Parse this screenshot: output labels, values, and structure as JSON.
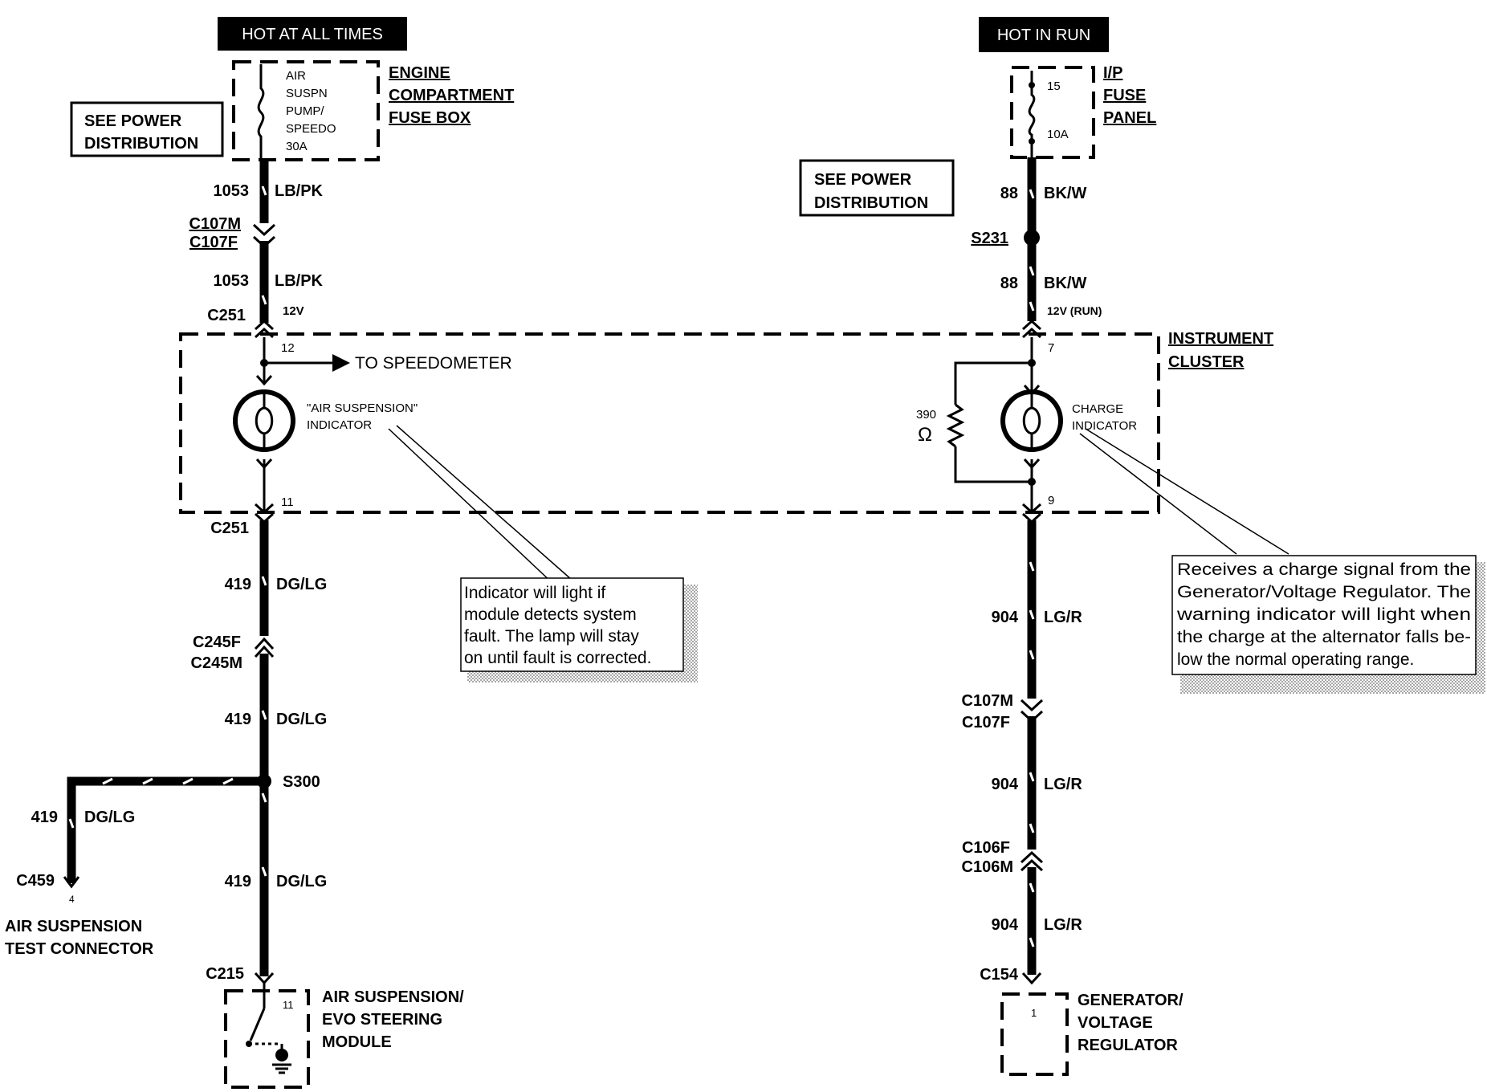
{
  "colors": {
    "ink": "#000000",
    "paper": "#ffffff"
  },
  "left": {
    "power_label": "HOT AT ALL TIMES",
    "fuse_lines": [
      "AIR",
      "SUSPN",
      "PUMP/",
      "SPEEDO",
      "30A"
    ],
    "fuse_box_lines": [
      "ENGINE",
      "COMPARTMENT",
      "FUSE BOX"
    ],
    "see_power_lines": [
      "SEE POWER",
      "DISTRIBUTION"
    ],
    "wire_upper_1": {
      "num": "1053",
      "color": "LB/PK"
    },
    "conn_a_top": "C107M",
    "conn_a_bottom": "C107F",
    "wire_upper_2": {
      "num": "1053",
      "color": "LB/PK"
    },
    "cluster_conn_top": "C251",
    "voltage": "12V",
    "pin_in": "12",
    "speedo_text": "TO SPEEDOMETER",
    "indicator_lines": [
      "\"AIR SUSPENSION\"",
      "INDICATOR"
    ],
    "pin_out": "11",
    "cluster_conn_bottom": "C251",
    "wire_lower_1": {
      "num": "419",
      "color": "DG/LG"
    },
    "conn_b_top": "C245F",
    "conn_b_bottom": "C245M",
    "wire_lower_2": {
      "num": "419",
      "color": "DG/LG"
    },
    "splice": "S300",
    "branch_wire": {
      "num": "419",
      "color": "DG/LG"
    },
    "test_conn": "C459",
    "test_pin": "4",
    "test_lines": [
      "AIR SUSPENSION",
      "TEST CONNECTOR"
    ],
    "wire_lower_3": {
      "num": "419",
      "color": "DG/LG"
    },
    "module_conn": "C215",
    "module_pin": "11",
    "module_lines": [
      "AIR SUSPENSION/",
      "EVO STEERING",
      "MODULE"
    ],
    "note_lines": [
      "Indicator will light if",
      "module detects system",
      "fault.  The lamp will stay",
      "on until fault is corrected."
    ]
  },
  "right": {
    "power_label": "HOT IN RUN",
    "fuse_num": "15",
    "fuse_amp": "10A",
    "fuse_panel_lines": [
      "I/P",
      "FUSE",
      "PANEL"
    ],
    "see_power_lines": [
      "SEE POWER",
      "DISTRIBUTION"
    ],
    "wire_upper_1": {
      "num": "88",
      "color": "BK/W"
    },
    "splice": "S231",
    "wire_upper_2": {
      "num": "88",
      "color": "BK/W"
    },
    "voltage": "12V (RUN)",
    "pin_in": "7",
    "resistor_value": "390",
    "resistor_unit": "Ω",
    "indicator_lines": [
      "CHARGE",
      "INDICATOR"
    ],
    "pin_out": "9",
    "wire_lower_1": {
      "num": "904",
      "color": "LG/R"
    },
    "conn_a_top": "C107M",
    "conn_a_bottom": "C107F",
    "wire_lower_2": {
      "num": "904",
      "color": "LG/R"
    },
    "conn_b_top": "C106F",
    "conn_b_bottom": "C106M",
    "wire_lower_3": {
      "num": "904",
      "color": "LG/R"
    },
    "module_conn": "C154",
    "module_pin": "1",
    "module_lines": [
      "GENERATOR/",
      "VOLTAGE",
      "REGULATOR"
    ],
    "note_lines": [
      "Receives a charge signal from the",
      "Generator/Voltage Regulator. The",
      "warning indicator will light when",
      "the charge at the alternator falls be-",
      "low the normal operating range."
    ]
  },
  "cluster_lines": [
    "INSTRUMENT",
    "CLUSTER"
  ]
}
